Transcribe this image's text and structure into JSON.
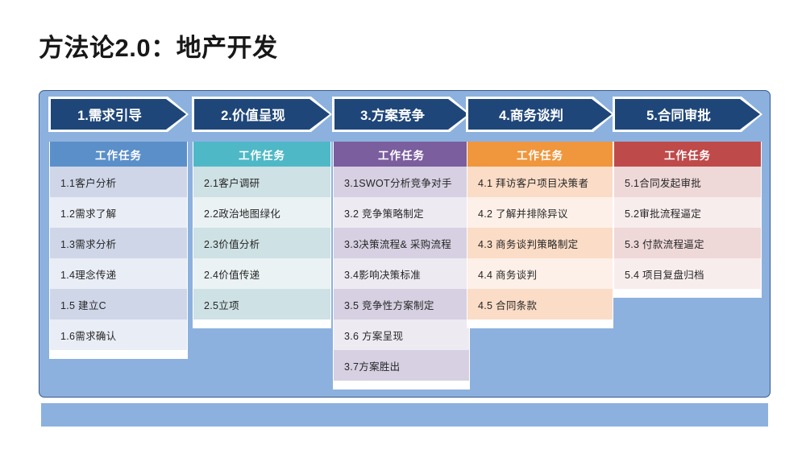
{
  "title": "方法论2.0：地产开发",
  "colors": {
    "board_background": "#8CB1DE",
    "chevron": "#1F4679",
    "stage1_header": "#5B8FC9",
    "stage2_header": "#4FB8C6",
    "stage3_header": "#7B5E9E",
    "stage4_header": "#F0963C",
    "stage5_header": "#BF4A4A"
  },
  "stages": [
    {
      "id": "stage-1",
      "chevron_label": "1.需求引导",
      "subhead_label": "工作任务",
      "header_color": "#5B8FC9",
      "row_shade_a": "#CED6E8",
      "row_shade_b": "#E9EDF5",
      "items": [
        "1.1客户分析",
        "1.2需求了解",
        "1.3需求分析",
        "1.4理念传递",
        "1.5 建立C",
        "1.6需求确认"
      ]
    },
    {
      "id": "stage-2",
      "chevron_label": "2.价值呈现",
      "subhead_label": "工作任务",
      "header_color": "#4FB8C6",
      "row_shade_a": "#CEE1E4",
      "row_shade_b": "#EAF2F4",
      "items": [
        "2.1客户调研",
        "2.2政治地图绿化",
        "2.3价值分析",
        "2.4价值传递",
        "2.5立项"
      ]
    },
    {
      "id": "stage-3",
      "chevron_label": "3.方案竞争",
      "subhead_label": "工作任务",
      "header_color": "#7B5E9E",
      "row_shade_a": "#D6D0E2",
      "row_shade_b": "#EDEAF2",
      "items": [
        "3.1SWOT分析竞争对手",
        "3.2 竞争策略制定",
        "3.3决策流程& 采购流程",
        "3.4影响决策标准",
        "3.5 竞争性方案制定",
        "3.6 方案呈现",
        "3.7方案胜出"
      ]
    },
    {
      "id": "stage-4",
      "chevron_label": "4.商务谈判",
      "subhead_label": "工作任务",
      "header_color": "#F0963C",
      "row_shade_a": "#FBDCC6",
      "row_shade_b": "#FDF0E8",
      "items": [
        "4.1 拜访客户项目决策者",
        "4.2 了解并排除异议",
        "4.3 商务谈判策略制定",
        "4.4 商务谈判",
        "4.5 合同条款"
      ]
    },
    {
      "id": "stage-5",
      "chevron_label": "5.合同审批",
      "subhead_label": "工作任务",
      "header_color": "#BF4A4A",
      "row_shade_a": "#EFD8D8",
      "row_shade_b": "#F8EDED",
      "items": [
        "5.1合同发起审批",
        "5.2审批流程逼定",
        "5.3 付款流程逼定",
        "5.4 项目复盘归档"
      ]
    }
  ]
}
